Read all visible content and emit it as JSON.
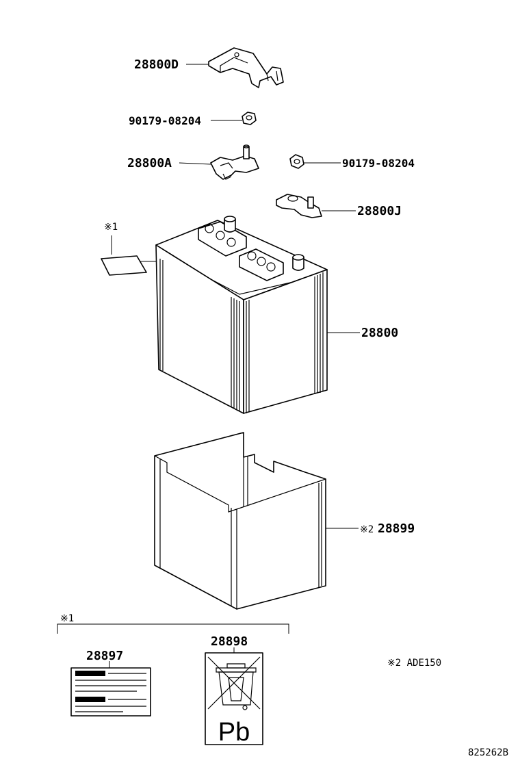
{
  "labels": {
    "cover": "28800D",
    "nut_top": "90179-08204",
    "neg_clamp": "28800A",
    "nut_right": "90179-08204",
    "pos_clamp": "28800J",
    "battery": "28800",
    "tray_note": "※2",
    "tray": "28899",
    "label_note": "※1",
    "bracket_note": "※1",
    "caution_label": "28897",
    "recycle_label": "28898",
    "applicability_note": "※2 ADE150",
    "drawing_id": "825262B"
  },
  "recycle_symbol": {
    "text": "Pb"
  }
}
